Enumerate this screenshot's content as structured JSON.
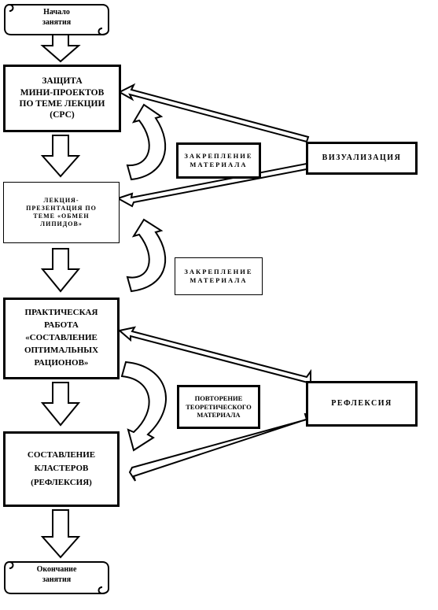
{
  "start": {
    "lines": [
      "Начало",
      "занятия"
    ]
  },
  "end": {
    "lines": [
      "Окончание",
      "занятия"
    ]
  },
  "steps": [
    {
      "id": "defense",
      "lines": [
        "ЗАЩИТА",
        "МИНИ-ПРОЕКТОВ",
        "ПО ТЕМЕ ЛЕКЦИИ",
        "(СРС)"
      ]
    },
    {
      "id": "lecture",
      "lines": [
        "ЛЕКЦИЯ-",
        "ПРЕЗЕНТАЦИЯ ПО",
        "ТЕМЕ «ОБМЕН",
        "ЛИПИДОВ»"
      ]
    },
    {
      "id": "practice",
      "lines": [
        "ПРАКТИЧЕСКАЯ",
        "РАБОТА",
        "«СОСТАВЛЕНИЕ",
        "ОПТИМАЛЬНЫХ",
        "РАЦИОНОВ»"
      ]
    },
    {
      "id": "clusters",
      "lines": [
        "СОСТАВЛЕНИЕ",
        "КЛАСТЕРОВ",
        "(РЕФЛЕКСИЯ)"
      ]
    }
  ],
  "middle": [
    {
      "id": "consolidation1",
      "lines": [
        "ЗАКРЕПЛЕНИЕ",
        "МАТЕРИАЛА"
      ]
    },
    {
      "id": "consolidation2",
      "lines": [
        "ЗАКРЕПЛЕНИЕ",
        "МАТЕРИАЛА"
      ]
    },
    {
      "id": "repetition",
      "lines": [
        "ПОВТОРЕНИЕ",
        "ТЕОРЕТИЧЕСКОГО",
        "МАТЕРИАЛА"
      ]
    }
  ],
  "right": [
    {
      "id": "visualization",
      "label": "ВИЗУАЛИЗАЦИЯ"
    },
    {
      "id": "reflection",
      "label": "РЕФЛЕКСИЯ"
    }
  ]
}
